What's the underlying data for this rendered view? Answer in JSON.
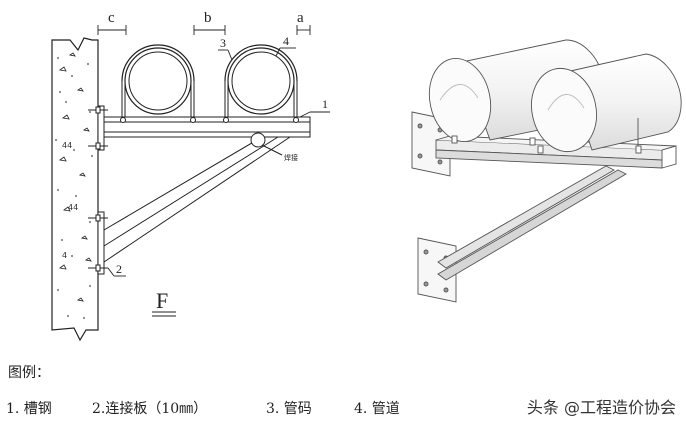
{
  "drawing": {
    "dim_labels": {
      "c": "c",
      "b": "b",
      "a": "a"
    },
    "callouts": {
      "one": "1",
      "two": "2",
      "three": "3",
      "four": "4"
    },
    "weld_note": "焊接",
    "section_mark": "F"
  },
  "legend": {
    "title": "图例：",
    "items": [
      "1. 槽钢",
      "2.连接板（10㎜）",
      "3. 管码",
      "4. 管道"
    ]
  },
  "watermark": "头条 @工程造价协会",
  "colors": {
    "ink": "#222222",
    "concrete_fill": "#ffffff"
  }
}
